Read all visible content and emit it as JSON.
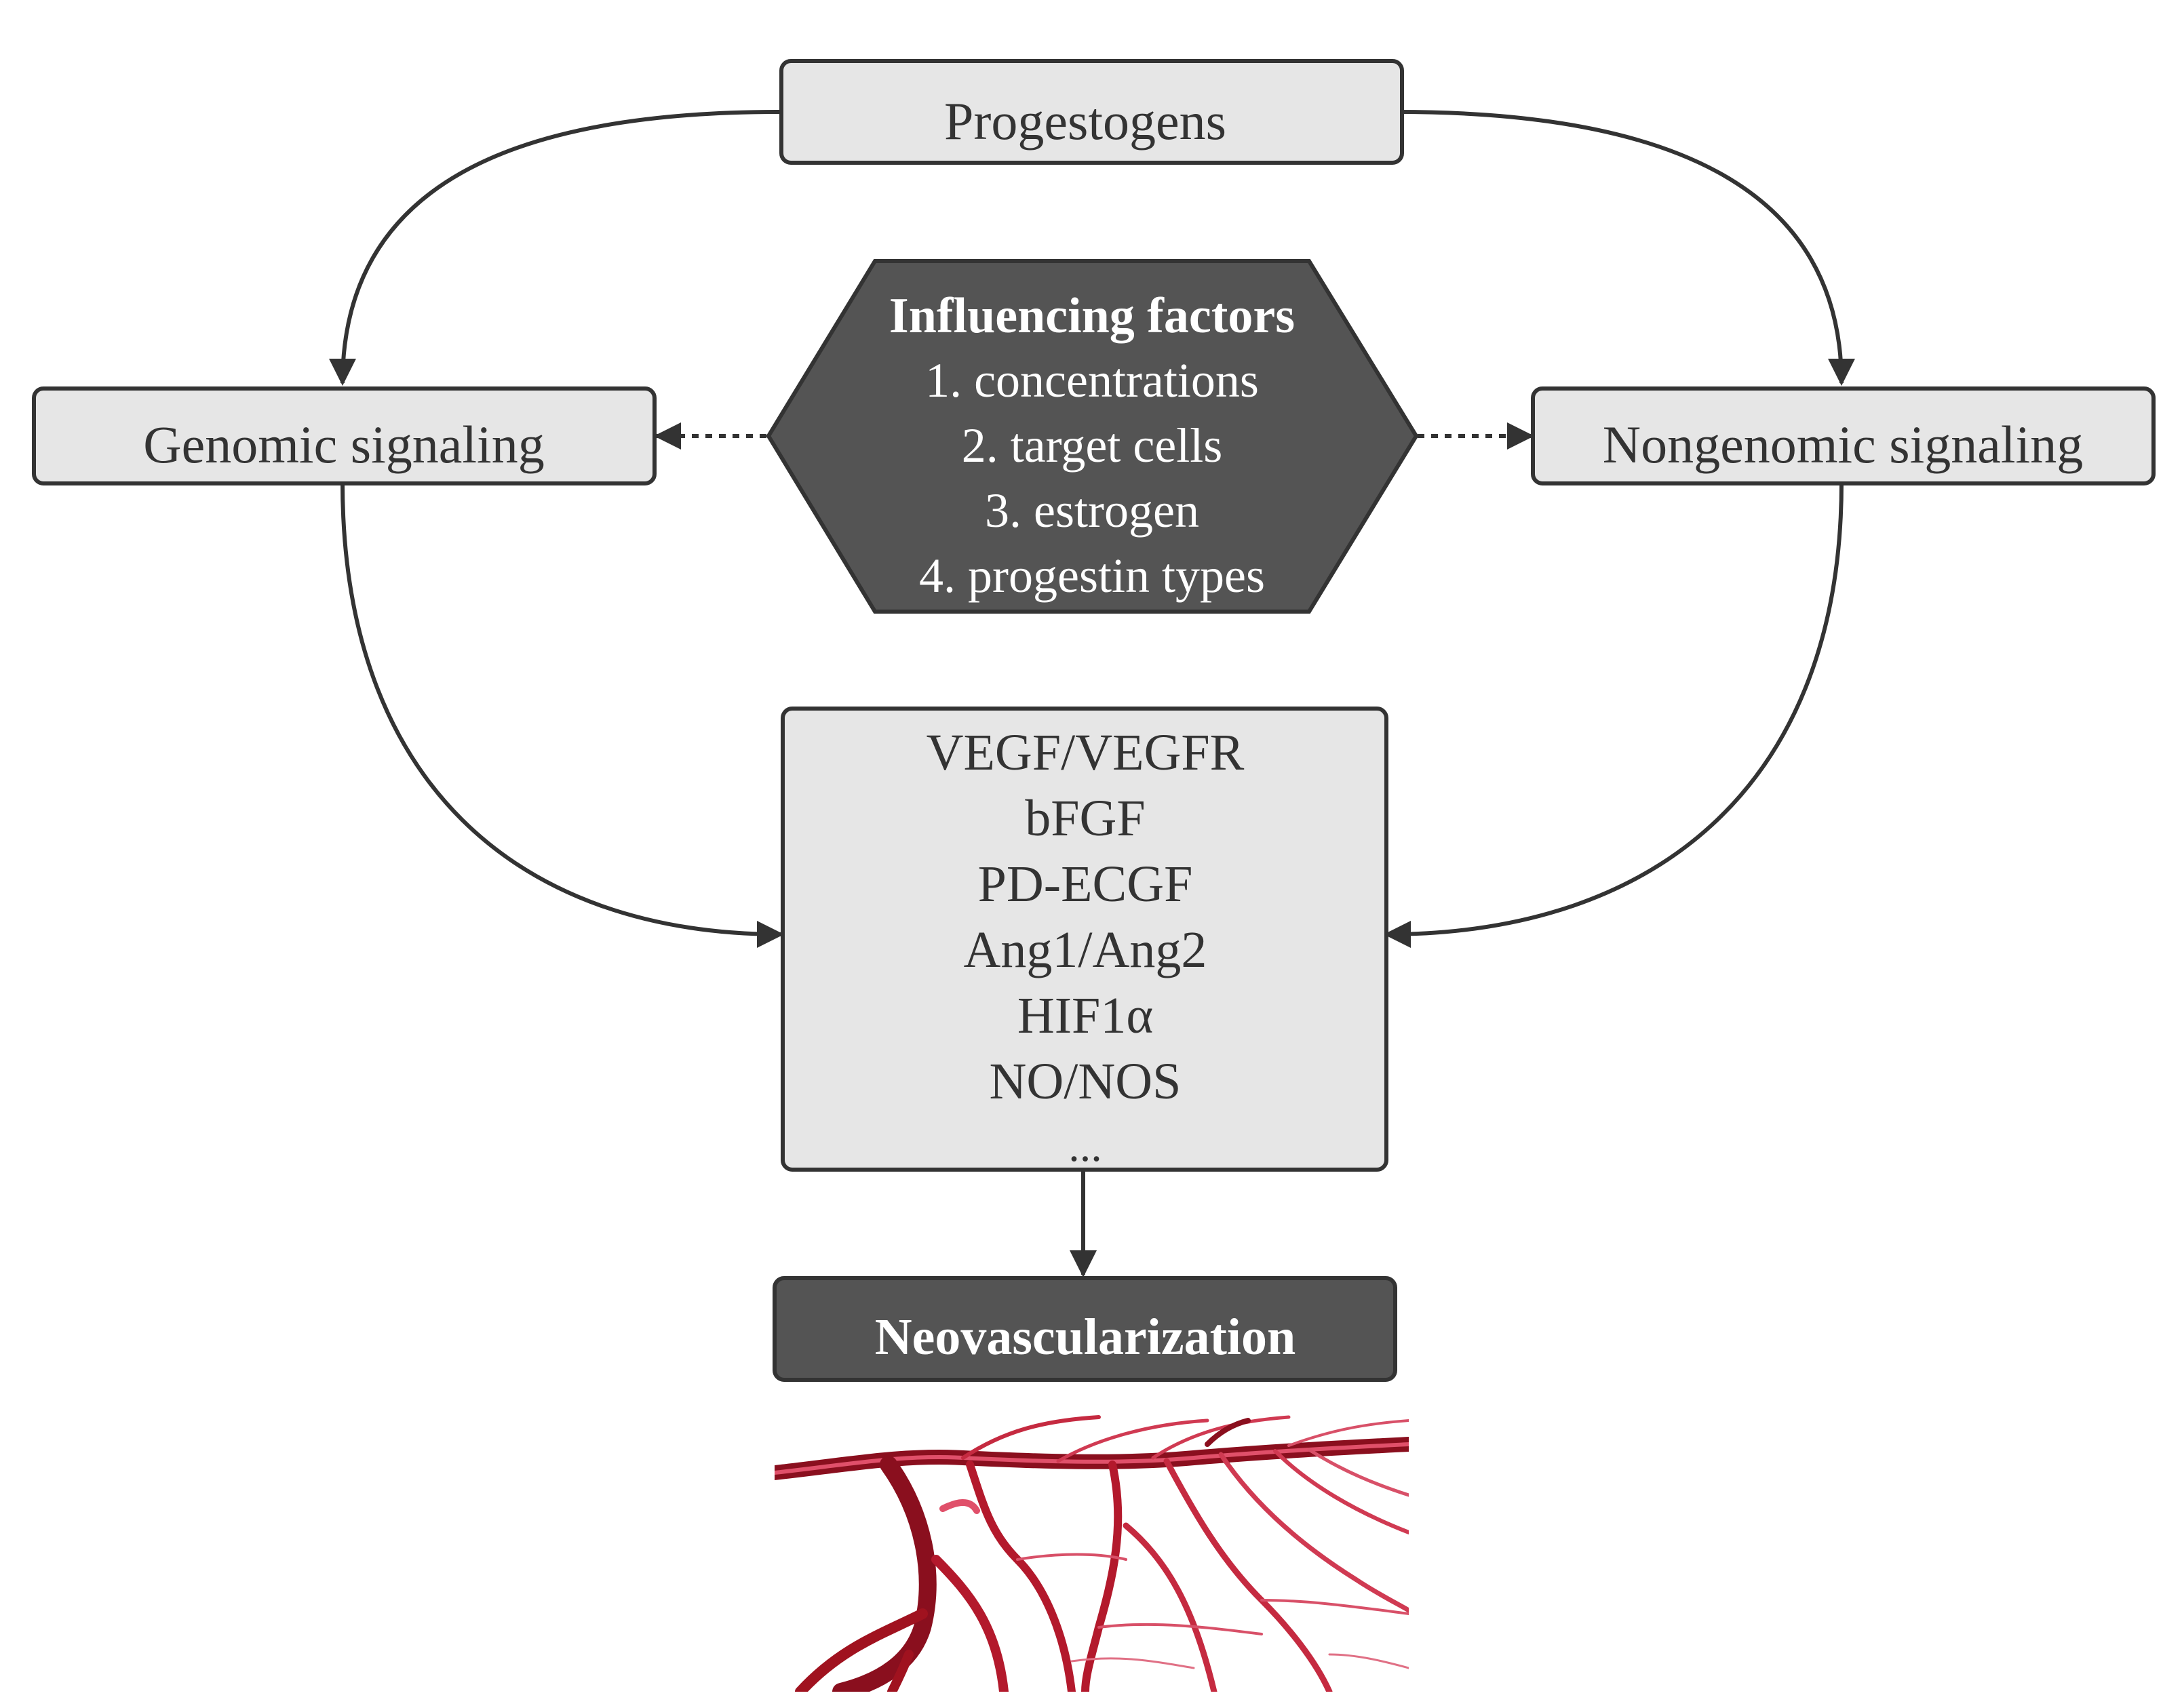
{
  "nodes": {
    "progestogens": "Progestogens",
    "genomic": "Genomic signaling",
    "nongenomic": "Nongenomic signaling",
    "factors": {
      "title": "Influencing factors",
      "items": [
        "1. concentrations",
        "2. target cells",
        "3. estrogen",
        "4. progestin types"
      ]
    },
    "mediators": [
      "VEGF/VEGFR",
      "bFGF",
      "PD-ECGF",
      "Ang1/Ang2",
      "HIF1α",
      "NO/NOS",
      "..."
    ],
    "neovascularization": "Neovascularization"
  },
  "colors": {
    "box_fill": "#e6e6e6",
    "box_stroke": "#333333",
    "dark_fill": "#545454",
    "text_dark": "#333333",
    "text_light": "#ffffff",
    "arrow": "#333333",
    "vessel_dark": "#8a0f1e",
    "vessel_mid": "#b3192c",
    "vessel_light": "#e0506a"
  },
  "icons": {
    "vessel_image": "blood-vessel-network-illustration"
  }
}
